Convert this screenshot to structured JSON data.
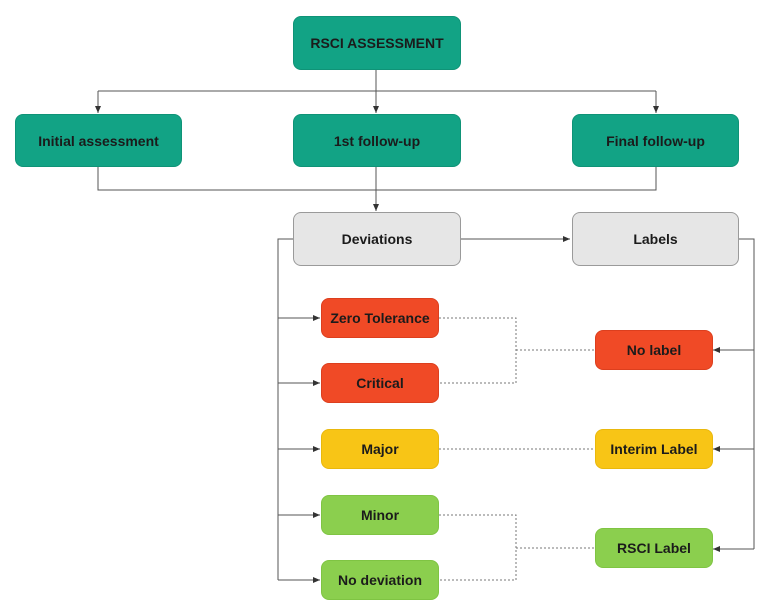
{
  "diagram": {
    "root": {
      "label": "RSCI ASSESSMENT"
    },
    "stages": [
      {
        "label": "Initial assessment"
      },
      {
        "label": "1st follow-up"
      },
      {
        "label": "Final follow-up"
      }
    ],
    "deviations": {
      "label": "Deviations"
    },
    "labels": {
      "label": "Labels"
    },
    "deviation_levels": [
      {
        "label": "Zero Tolerance",
        "color": "#f04a26"
      },
      {
        "label": "Critical",
        "color": "#f04a26"
      },
      {
        "label": "Major",
        "color": "#f8c516"
      },
      {
        "label": "Minor",
        "color": "#8bcf4e"
      },
      {
        "label": "No deviation",
        "color": "#8bcf4e"
      }
    ],
    "label_types": [
      {
        "label": "No label",
        "color": "#f04a26"
      },
      {
        "label": "Interim Label",
        "color": "#f8c516"
      },
      {
        "label": "RSCI Label",
        "color": "#8bcf4e"
      }
    ]
  }
}
